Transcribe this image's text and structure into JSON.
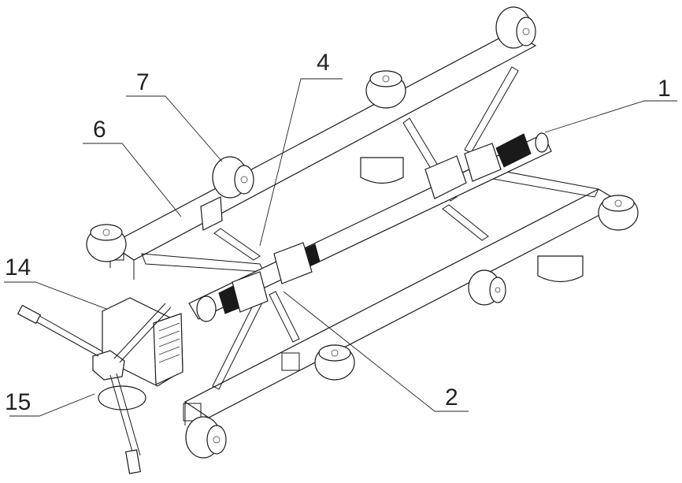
{
  "figure": {
    "callouts": [
      {
        "id": "c1",
        "text": "1"
      },
      {
        "id": "c2",
        "text": "2"
      },
      {
        "id": "c4",
        "text": "4"
      },
      {
        "id": "c6",
        "text": "6"
      },
      {
        "id": "c7",
        "text": "7"
      },
      {
        "id": "c14",
        "text": "14"
      },
      {
        "id": "c15",
        "text": "15"
      }
    ]
  },
  "colors": {
    "line": "#1a1a1a",
    "background": "#ffffff"
  }
}
